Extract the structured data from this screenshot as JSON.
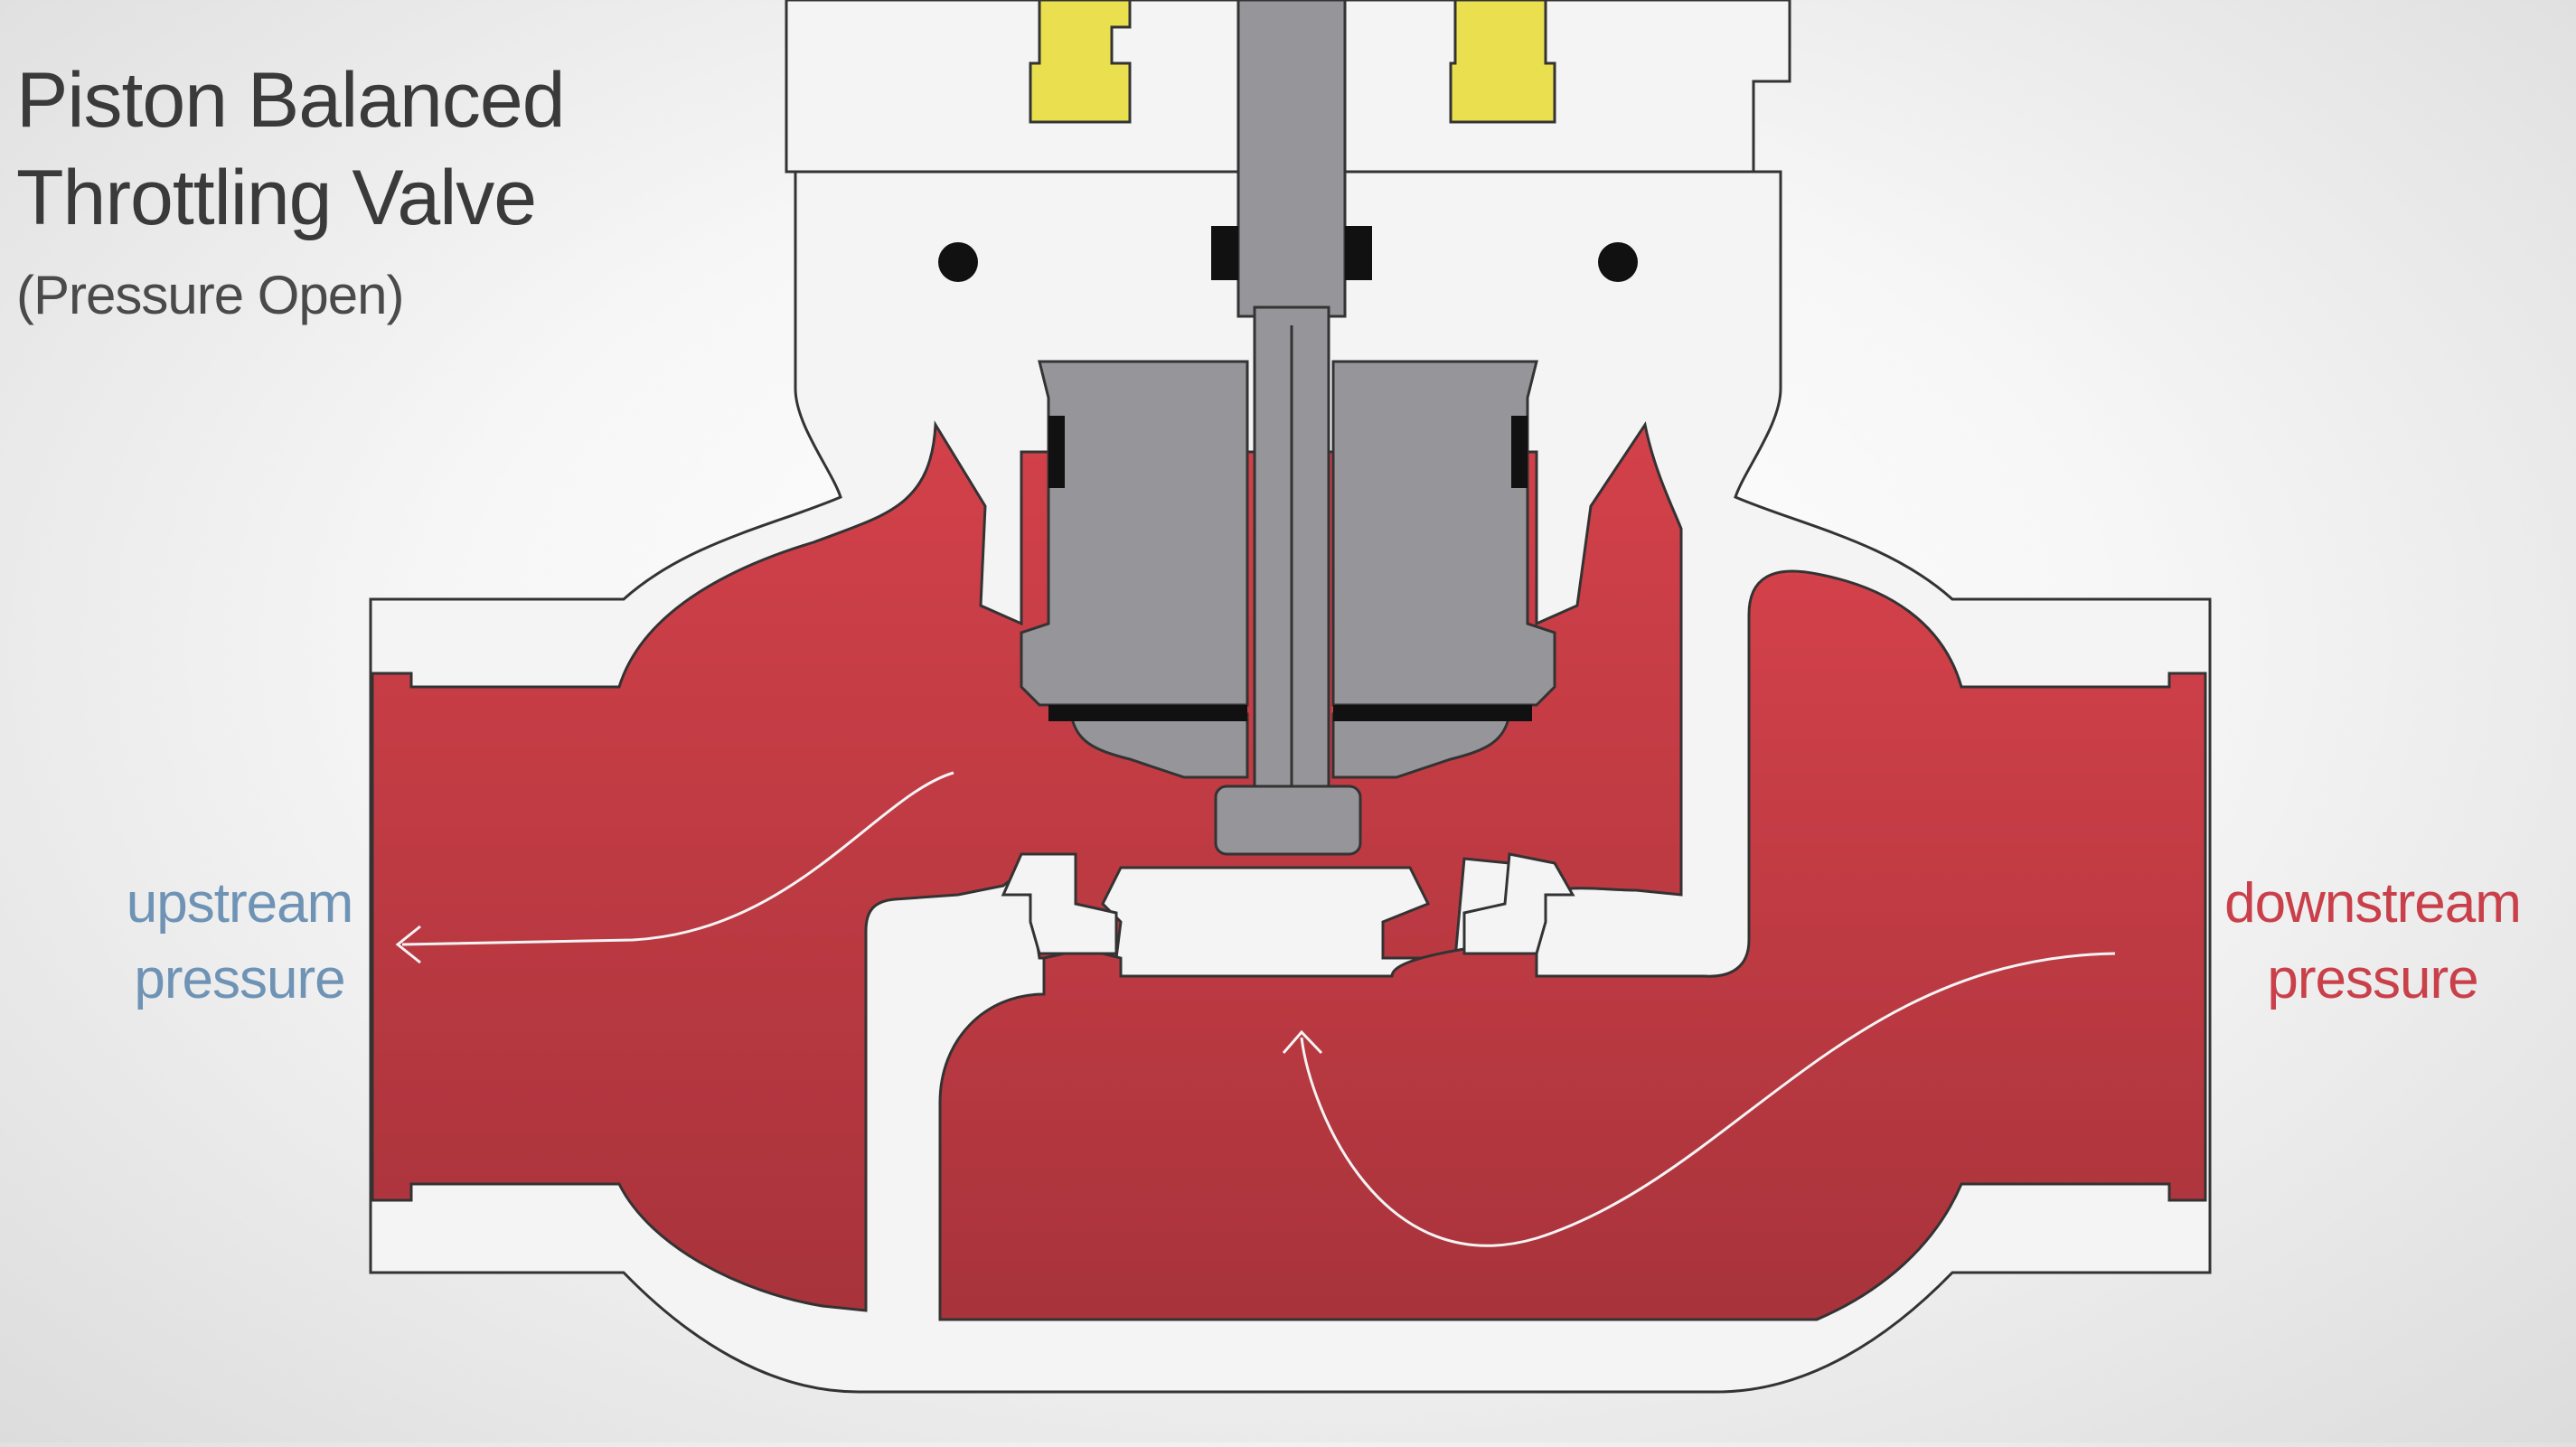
{
  "title": {
    "line1": "Piston Balanced",
    "line2": "Throttling Valve",
    "subtitle": "(Pressure Open)"
  },
  "labels": {
    "upstream": [
      "upstream",
      "pressure"
    ],
    "downstream": [
      "downstream",
      "pressure"
    ]
  },
  "colors": {
    "fluid": "#d3414a",
    "fluid_dark": "#a8333b",
    "body": "#f4f4f4",
    "outline": "#333333",
    "piston": "#96969a",
    "seal": "#111111",
    "yoke": "#e9df4f",
    "upstream_text": "#6e93b5",
    "downstream_text": "#c9404a",
    "flow_arrow": "#f4f4f4"
  }
}
